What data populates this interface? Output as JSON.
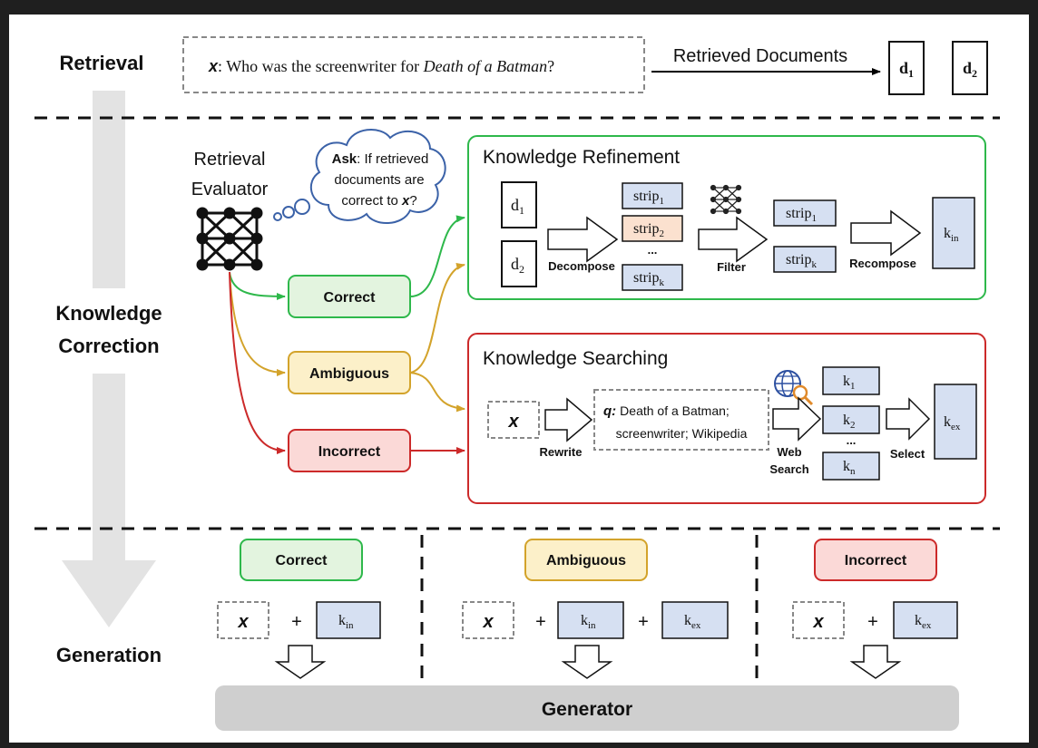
{
  "sections": {
    "retrieval": "Retrieval",
    "knowledge_correction_line1": "Knowledge",
    "knowledge_correction_line2": "Correction",
    "generation": "Generation"
  },
  "query": {
    "x": "x",
    "prefix": ": Who was the screenwriter for ",
    "title": "Death of a Batman",
    "suffix": "?"
  },
  "retrieved": {
    "label": "Retrieved Documents",
    "doc1": "d",
    "doc1_sub": "1",
    "doc2": "d",
    "doc2_sub": "2"
  },
  "evaluator": {
    "line1": "Retrieval",
    "line2": "Evaluator",
    "thought_bold": "Ask",
    "thought_line1": ": If retrieved",
    "thought_line2": "documents are",
    "thought_line3": "correct to ",
    "thought_x": "x",
    "thought_q": "?"
  },
  "judgments": {
    "correct": "Correct",
    "ambiguous": "Ambiguous",
    "incorrect": "Incorrect"
  },
  "refinement": {
    "title": "Knowledge Refinement",
    "d1": "d",
    "d1_sub": "1",
    "d2": "d",
    "d2_sub": "2",
    "strip": "strip",
    "strip1_sub": "1",
    "strip2_sub": "2",
    "stripk_sub": "k",
    "ellipsis": "...",
    "decompose": "Decompose",
    "filter": "Filter",
    "recompose": "Recompose",
    "k_in": "k",
    "k_in_sub": "in"
  },
  "searching": {
    "title": "Knowledge Searching",
    "x": "x",
    "rewrite": "Rewrite",
    "q_label": "q:",
    "q_line1": "Death of a Batman;",
    "q_line2": "screenwriter; Wikipedia",
    "web_search_line1": "Web",
    "web_search_line2": "Search",
    "k": "k",
    "k1_sub": "1",
    "k2_sub": "2",
    "kn_sub": "n",
    "ellipsis": "...",
    "select": "Select",
    "k_ex": "k",
    "k_ex_sub": "ex"
  },
  "generation": {
    "correct": "Correct",
    "ambiguous": "Ambiguous",
    "incorrect": "Incorrect",
    "x": "x",
    "plus": "+",
    "k": "k",
    "in_sub": "in",
    "ex_sub": "ex",
    "generator": "Generator"
  },
  "colors": {
    "green": "#2eb84b",
    "green_fill": "#e3f4df",
    "yellow": "#d3a32b",
    "yellow_fill": "#fcf0c9",
    "red": "#cc2a2a",
    "red_fill": "#fbd9d7",
    "blue_fill": "#d6e0f2",
    "orange_fill": "#fbe1cf"
  }
}
